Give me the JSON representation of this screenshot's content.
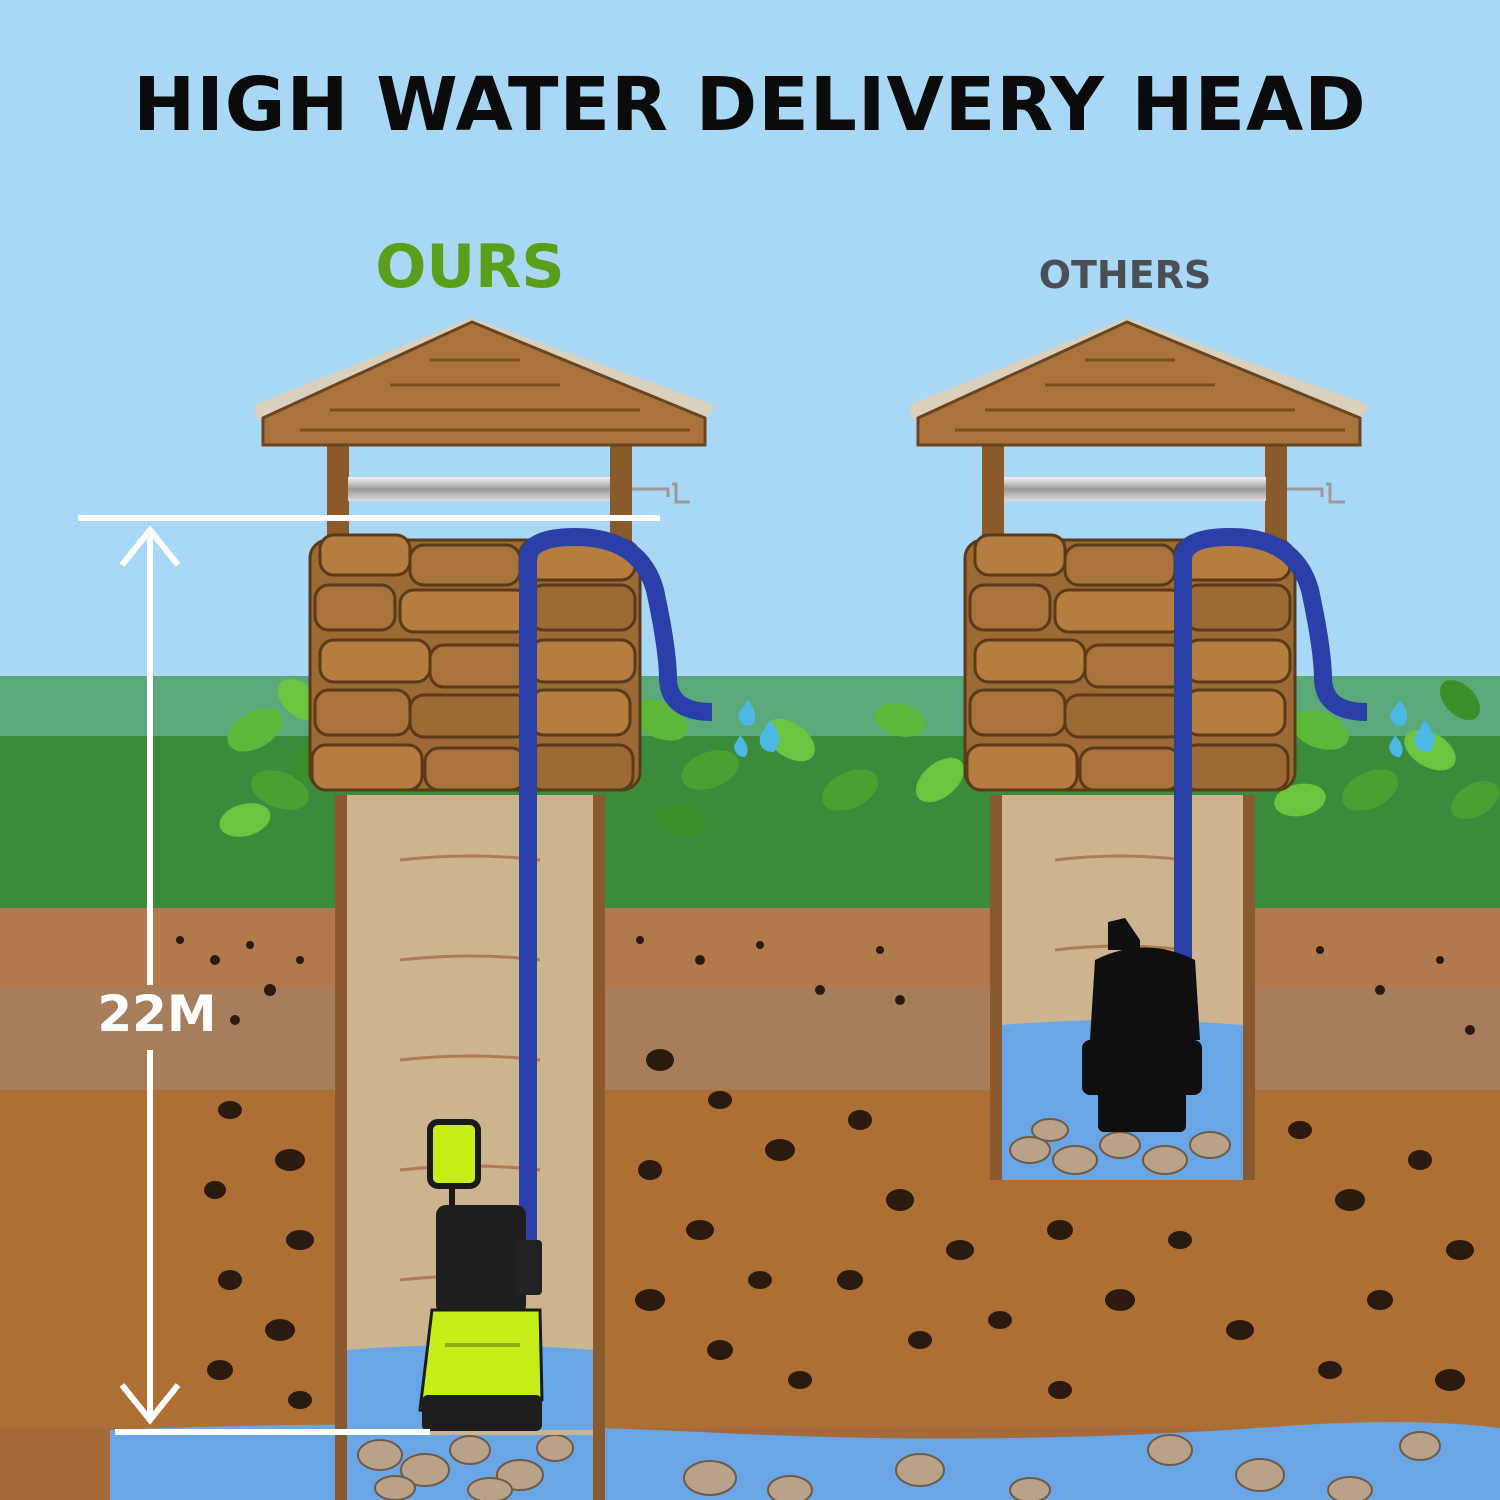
{
  "title": "HIGH WATER DELIVERY HEAD",
  "ours_label": "OURS",
  "others_label": "OTHERS",
  "depth_label": "22M",
  "colors": {
    "sky": "#a8d8f5",
    "grass": "#3c8a3c",
    "soil": "#b07a4c",
    "hose": "#2b3fa8",
    "pump_accent": "#c6ef1a",
    "ours_text": "#5a9e1c",
    "others_text": "#4a4f56",
    "water": "#6aa6e6"
  },
  "icons": [
    "well-roof-icon",
    "stone-wall-icon",
    "hose-icon",
    "pump-icon",
    "water-drop-icon",
    "leaf-icon",
    "depth-arrow-icon"
  ]
}
